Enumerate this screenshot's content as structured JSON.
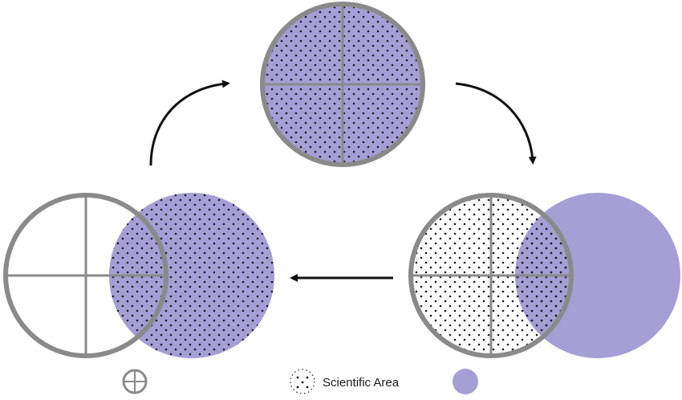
{
  "colors": {
    "ring": "#8a8a8a",
    "fill": "#a59fd6",
    "dot": "#1a1a1a",
    "arrow": "#111111"
  },
  "legend": {
    "target_icon": "crosshair-circle-icon",
    "scientific_area_icon": "dotted-circle-icon",
    "scientific_area_label": "Scientific Area",
    "circle_icon": "filled-circle-icon"
  },
  "diagram": {
    "states": [
      {
        "name": "top",
        "description_icon": "crosshair circle fully covered"
      },
      {
        "name": "right",
        "description_icon": "crosshair circle partially overlapped"
      },
      {
        "name": "left",
        "description_icon": "crosshair circle overlapped by area"
      }
    ],
    "arrows": [
      "top-to-right",
      "right-to-left",
      "left-to-top"
    ]
  }
}
